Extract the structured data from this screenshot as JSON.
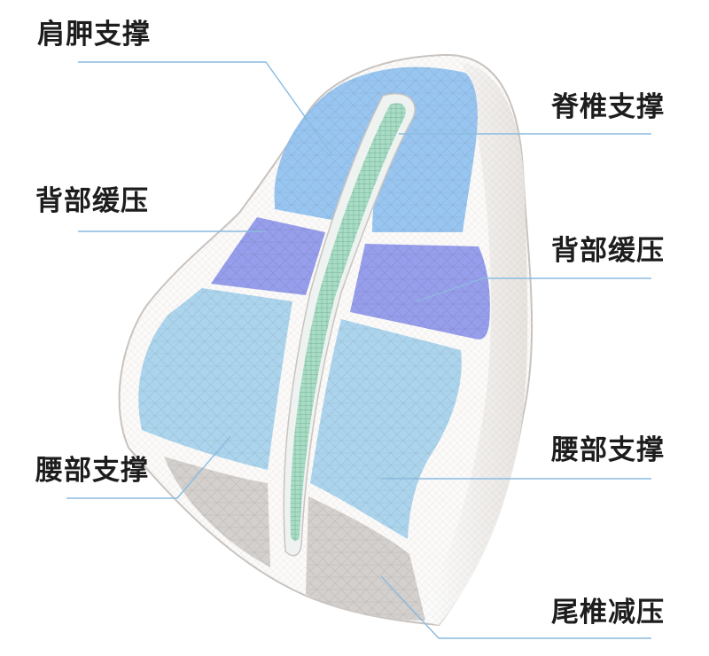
{
  "labels": {
    "shoulder_support": "肩胛支撑",
    "spine_support": "脊椎支撑",
    "back_relief_left": "背部缓压",
    "back_relief_right": "背部缓压",
    "lumbar_support_left": "腰部支撑",
    "lumbar_support_right": "腰部支撑",
    "tailbone_relief": "尾椎减压"
  },
  "colors": {
    "shoulder": "#8ec0ef",
    "back": "#8c93e9",
    "lumbar": "#a8d3ec",
    "tailbone": "#d2cdca",
    "spine": "#a8dcc4",
    "leader_line": "#8bbbe0",
    "text": "#1d1d1d"
  }
}
